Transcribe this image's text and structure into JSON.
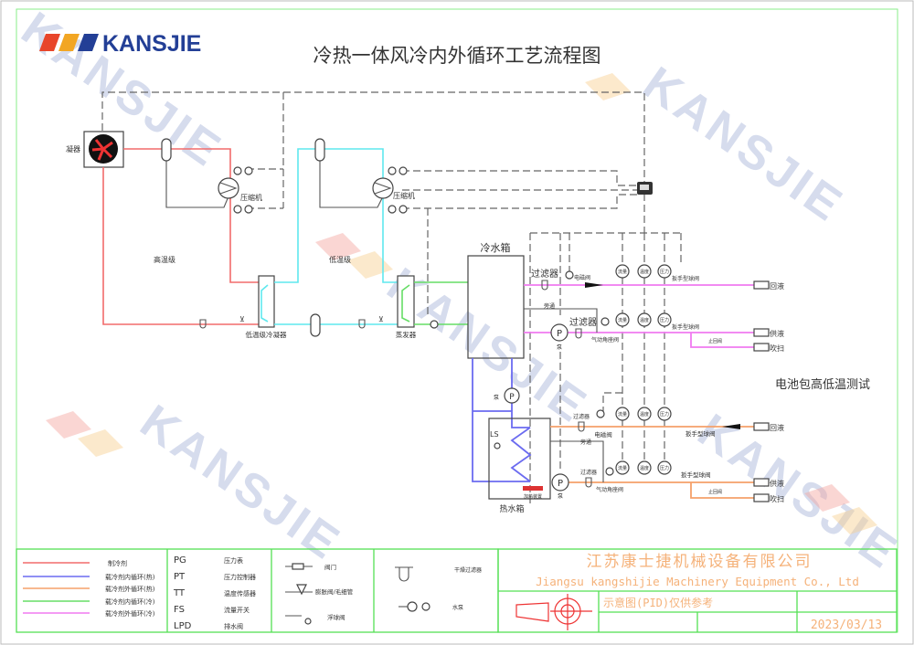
{
  "title": "冷热一体风冷内外循环工艺流程图",
  "logo": {
    "text": "KANSJIE",
    "colors": [
      "#e8452a",
      "#f2a623",
      "#233f96"
    ]
  },
  "watermark": "KANSJIE",
  "labels": {
    "condenser": "凝器",
    "compressor": "压缩机",
    "high_temp_stage": "高温级",
    "low_temp_stage": "低温级",
    "cascade_condenser": "低温级冷凝器",
    "evaporator": "蒸发器",
    "cold_tank": "冷水箱",
    "hot_tank": "热水箱",
    "filter": "过滤器",
    "solenoid_valve": "电磁阀",
    "bypass": "旁通",
    "pneumatic_valve": "气动角座阀",
    "ball_valve": "扳手型球阀",
    "check_valve": "止回阀",
    "pump": "泵",
    "heater": "加热装置",
    "level_switch": "LS",
    "pump_symbol": "P",
    "flow": "流量",
    "temperature": "温度",
    "pressure": "压力",
    "return": "回液",
    "supply": "供液",
    "purge": "吹扫",
    "test_title": "电池包高低温测试"
  },
  "legend": {
    "lines": [
      {
        "label": "制冷剂",
        "color": "#f26b6b"
      },
      {
        "label": "载冷剂内循环(热)",
        "color": "#6b6bf0"
      },
      {
        "label": "载冷剂外循环(热)",
        "color": "#f5a06a"
      },
      {
        "label": "载冷剂内循环(冷)",
        "color": "#66dd66"
      },
      {
        "label": "载冷剂外循环(冷)",
        "color": "#f07af0"
      }
    ],
    "codes": [
      {
        "code": "PG",
        "label": "压力表"
      },
      {
        "code": "PT",
        "label": "压力控制器"
      },
      {
        "code": "TT",
        "label": "温度传感器"
      },
      {
        "code": "FS",
        "label": "流量开关"
      },
      {
        "code": "LPD",
        "label": "排水阀"
      }
    ],
    "symbols": [
      {
        "label": "阀门"
      },
      {
        "label": "膨胀阀/毛细管"
      },
      {
        "label": "浮球阀"
      },
      {
        "label": "干燥过滤器"
      },
      {
        "label": "水泵"
      }
    ]
  },
  "title_block": {
    "company_cn": "江苏康士捷机械设备有限公司",
    "company_en": "Jiangsu kangshijie Machinery Equipment Co., Ltd",
    "note": "示意图(PID)仅供参考",
    "date": "2023/03/13"
  }
}
